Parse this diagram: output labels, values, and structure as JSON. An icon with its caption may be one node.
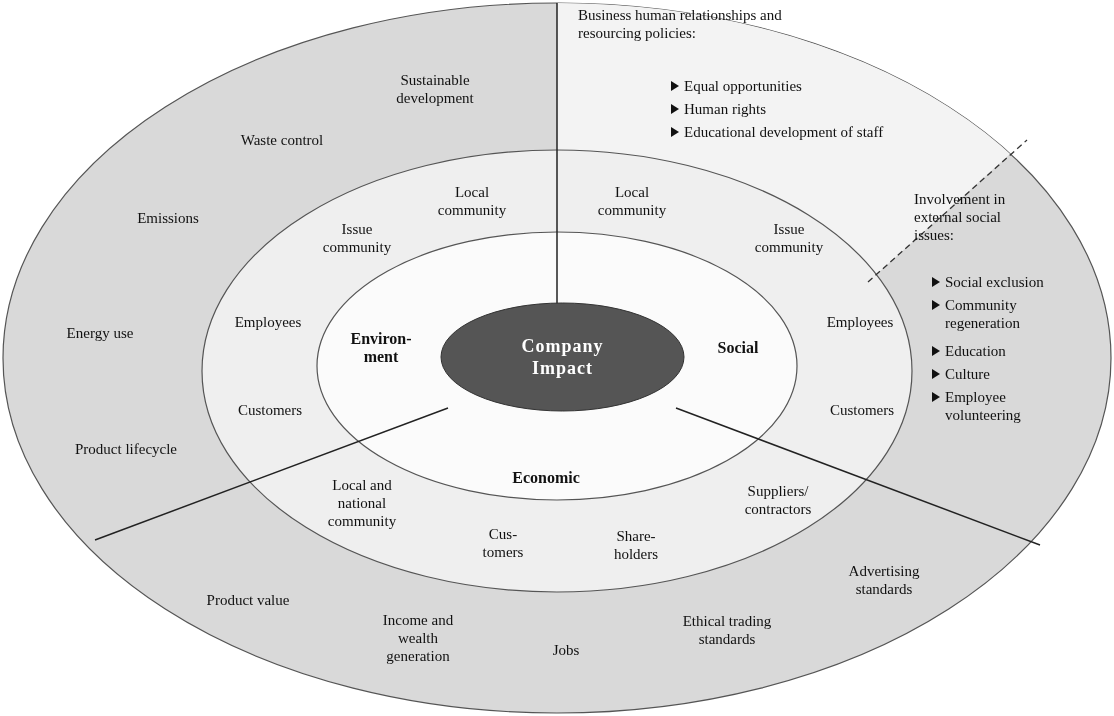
{
  "diagram": {
    "nodes": [
      {
        "text": [
          "Company Impact"
        ]
      }
    ],
    "labels": [
      "Business human relationships and resourcing policies:",
      "Sustainable development",
      "Equal opportunities",
      "Human rights",
      "Waste control",
      "Educational development of staff",
      "Local community",
      "Local community",
      "Involvement in external social issues:",
      "Emissions",
      "Issue community",
      "Issue community",
      "Social exclusion",
      "Community regeneration",
      "Energy use",
      "Employees",
      "Environ- ment",
      "Social",
      "Employees",
      "Education",
      "Culture",
      "Employee volunteering",
      "Customers",
      "Customers",
      "Product lifecycle",
      "Economic",
      "Local and national community",
      "Suppliers/ contractors",
      "Cus- tomers",
      "Share- holders",
      "Advertising standards",
      "Product value",
      "Income and wealth generation",
      "Jobs",
      "Ethical trading standards"
    ]
  }
}
